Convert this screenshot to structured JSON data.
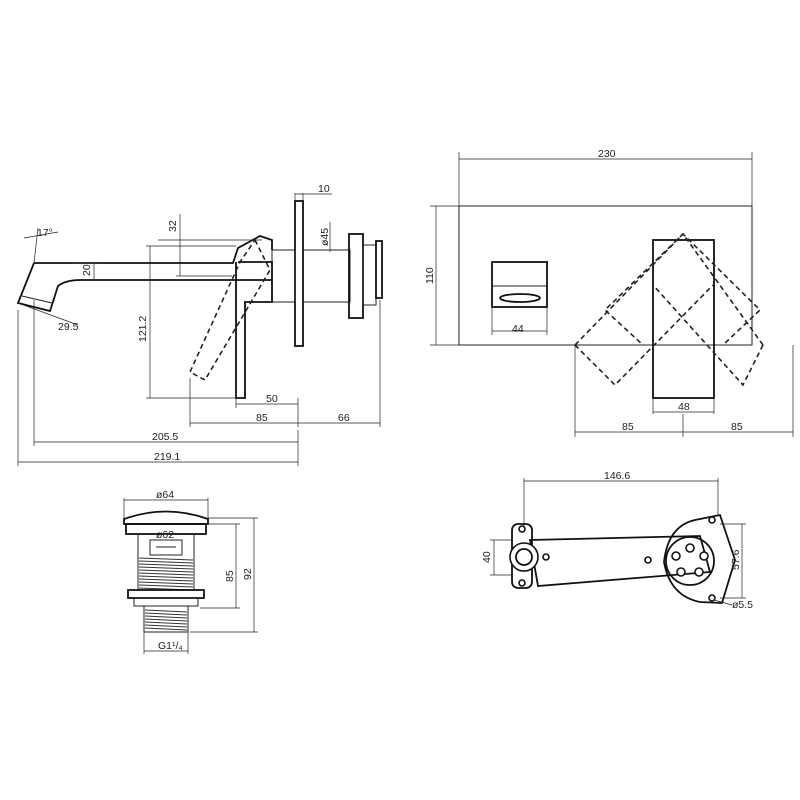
{
  "side_view": {
    "angle_top": "17°",
    "spout_height": "20",
    "tip_angle": "29.5",
    "handle_offset": "32",
    "handle_diameter": "ø45",
    "plate_thickness": "10",
    "height": "121.2",
    "lever_width": "50",
    "depth_left": "85",
    "depth_right": "66",
    "spout_projection": "205.5",
    "overall_length": "219.1"
  },
  "front_view": {
    "plate_width": "230",
    "plate_height": "110",
    "spout_width": "44",
    "handle_width": "48",
    "swing_left": "85",
    "swing_right": "85"
  },
  "waste_view": {
    "cap_diameter": "ø64",
    "body_diameter": "ø62",
    "height_inner": "85",
    "height_overall": "92",
    "thread_label": "G1¹/₄"
  },
  "bracket_view": {
    "centers": "146.6",
    "left_height": "40",
    "right_height": "57.6",
    "hole_diameter": "ø5.5"
  }
}
